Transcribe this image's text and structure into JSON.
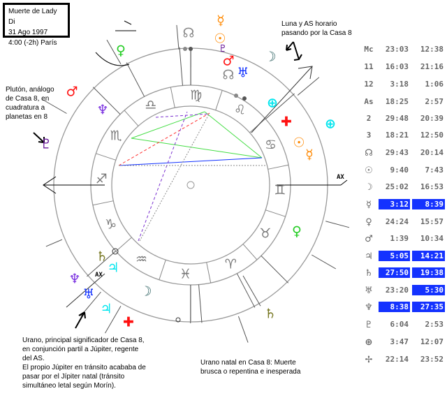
{
  "title_box": {
    "line1": "Muerte de Lady Di",
    "line2": "31 Ago 1997",
    "line3": "4:00 (-2h) París"
  },
  "notes": {
    "luna": [
      "Luna y AS horario",
      "pasando por la Casa 8"
    ],
    "pluton": [
      "Plutón, análogo",
      "de Casa 8, en",
      "cuadratura a",
      "planetas en 8"
    ],
    "urano": [
      "Urano, principal significador de Casa 8,",
      "en conjunción partil a Júpiter,  regente",
      "del AS.",
      "El propio Júpiter en tránsito acababa de",
      "pasar por el Jípiter natal (tránsito",
      "simultáneo letal según Morín)."
    ],
    "urano_natal": [
      "Urano natal en Casa 8: Muerte",
      "brusca o repentina e inesperada"
    ]
  },
  "ax_labels": {
    "right": "AX",
    "left": "AX"
  },
  "signs": [
    "♈",
    "♉",
    "♊",
    "♋",
    "♌",
    "♍",
    "♎",
    "♏",
    "♐",
    "♑",
    "♒",
    "♓"
  ],
  "glyphs": [
    {
      "id": "venus-transit",
      "symbol": "♀",
      "color": "#22cc22"
    },
    {
      "id": "mars-natal",
      "symbol": "♂",
      "color": "#ff1010"
    },
    {
      "id": "neptune-outer",
      "symbol": "♆",
      "color": "#7a30e0"
    },
    {
      "id": "pluto-outer",
      "symbol": "♇",
      "color": "#6a1a9a"
    },
    {
      "id": "saturn-natal",
      "symbol": "♄",
      "color": "#777722"
    },
    {
      "id": "jupiter-natal",
      "symbol": "♃",
      "color": "#00e5ee"
    },
    {
      "id": "neptune-natal",
      "symbol": "♆",
      "color": "#7a30e0"
    },
    {
      "id": "uranus-natal",
      "symbol": "♅",
      "color": "#1030ff"
    },
    {
      "id": "jupiter-transit",
      "symbol": "♃",
      "color": "#00e5ee"
    },
    {
      "id": "vertex-natal",
      "symbol": "✚",
      "color": "#ff1010"
    },
    {
      "id": "moon-natal",
      "symbol": "☽",
      "color": "#336666"
    },
    {
      "id": "saturn-transit",
      "symbol": "♄",
      "color": "#777722"
    },
    {
      "id": "venus-natal",
      "symbol": "♀",
      "color": "#22cc22"
    },
    {
      "id": "sun-natal",
      "symbol": "☉",
      "color": "#ff8800"
    },
    {
      "id": "mercury-natal",
      "symbol": "☿",
      "color": "#ff8800"
    },
    {
      "id": "fortune-natal",
      "symbol": "⊕",
      "color": "#00e5ee"
    },
    {
      "id": "fortune-transit",
      "symbol": "⊕",
      "color": "#00e5ee"
    },
    {
      "id": "vertex-transit",
      "symbol": "✚",
      "color": "#ff1010"
    },
    {
      "id": "node-natal",
      "symbol": "☊",
      "color": "#888888"
    },
    {
      "id": "mars-transit",
      "symbol": "♂",
      "color": "#ff1010"
    },
    {
      "id": "uranus-transit",
      "symbol": "♅",
      "color": "#1030ff"
    },
    {
      "id": "moon-transit",
      "symbol": "☽",
      "color": "#336666"
    },
    {
      "id": "node-transit",
      "symbol": "☊",
      "color": "#888888"
    },
    {
      "id": "sun-transit",
      "symbol": "☉",
      "color": "#ff8800"
    },
    {
      "id": "mercury-transit",
      "symbol": "☿",
      "color": "#ff8800"
    },
    {
      "id": "pluto-transit",
      "symbol": "♇",
      "color": "#6a1a9a"
    }
  ],
  "table": [
    {
      "label": "Mc",
      "text": true,
      "v1": "23:03",
      "v2": "12:38"
    },
    {
      "label": "11",
      "text": true,
      "v1": "16:03",
      "v2": "21:16"
    },
    {
      "label": "12",
      "text": true,
      "v1": "3:18",
      "v2": "1:06"
    },
    {
      "label": "As",
      "text": true,
      "v1": "18:25",
      "v2": "2:57"
    },
    {
      "label": "2",
      "text": true,
      "v1": "29:48",
      "v2": "20:39"
    },
    {
      "label": "3",
      "text": true,
      "v1": "18:21",
      "v2": "12:50"
    },
    {
      "label": "☊",
      "v1": "29:43",
      "v2": "20:14"
    },
    {
      "label": "☉",
      "v1": "9:40",
      "v2": "7:43"
    },
    {
      "label": "☽",
      "v1": "25:02",
      "v2": "16:53"
    },
    {
      "label": "☿",
      "v1": "3:12",
      "v2": "8:39",
      "h1": true,
      "h2": true
    },
    {
      "label": "♀",
      "v1": "24:24",
      "v2": "15:57"
    },
    {
      "label": "♂",
      "v1": "1:39",
      "v2": "10:34"
    },
    {
      "label": "♃",
      "v1": "5:05",
      "v2": "14:21",
      "h1": true,
      "h2": true
    },
    {
      "label": "♄",
      "v1": "27:50",
      "v2": "19:38",
      "h1": true,
      "h2": true
    },
    {
      "label": "♅",
      "v1": "23:20",
      "v2": "5:30",
      "h2": true
    },
    {
      "label": "♆",
      "v1": "8:38",
      "v2": "27:35",
      "h1": true,
      "h2": true
    },
    {
      "label": "♇",
      "v1": "6:04",
      "v2": "2:53"
    },
    {
      "label": "⊕",
      "v1": "3:47",
      "v2": "12:07"
    },
    {
      "label": "✢",
      "v1": "22:14",
      "v2": "23:52"
    }
  ],
  "colors": {
    "highlight": "#1432ff",
    "ring": "#999999",
    "aspect_green": "#44dd44",
    "aspect_blue": "#1030ff",
    "aspect_red": "#ff3030",
    "aspect_purple": "#7a30d0"
  }
}
